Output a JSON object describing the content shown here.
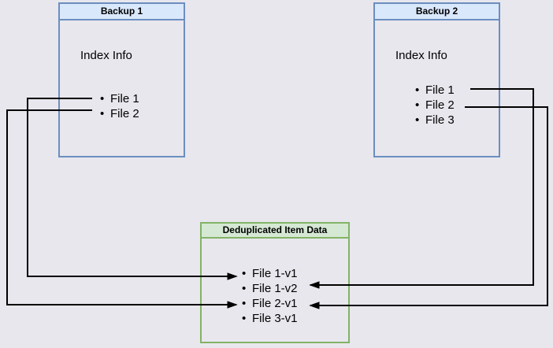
{
  "diagram": {
    "boxes": {
      "backup1": {
        "title": "Backup 1",
        "body_label": "Index Info",
        "items": [
          "File 1",
          "File 2"
        ]
      },
      "backup2": {
        "title": "Backup 2",
        "body_label": "Index Info",
        "items": [
          "File 1",
          "File 2",
          "File 3"
        ]
      },
      "dedup": {
        "title": "Deduplicated Item Data",
        "items": [
          "File 1-v1",
          "File 1-v2",
          "File 2-v1",
          "File 3-v1"
        ]
      }
    },
    "connections": [
      {
        "from": "Backup 1 / File 1",
        "to": "File 1-v1"
      },
      {
        "from": "Backup 1 / File 2",
        "to": "File 2-v1"
      },
      {
        "from": "Backup 2 / File 1",
        "to": "File 1-v2"
      },
      {
        "from": "Backup 2 / File 2",
        "to": "File 2-v1"
      }
    ],
    "colors": {
      "background": "#e8e7ed",
      "blue_box_border": "#6c8ebf",
      "blue_header_fill": "#dae8fc",
      "green_box_border": "#82b366",
      "green_header_fill": "#d5e8d4",
      "connector": "#000000"
    }
  }
}
